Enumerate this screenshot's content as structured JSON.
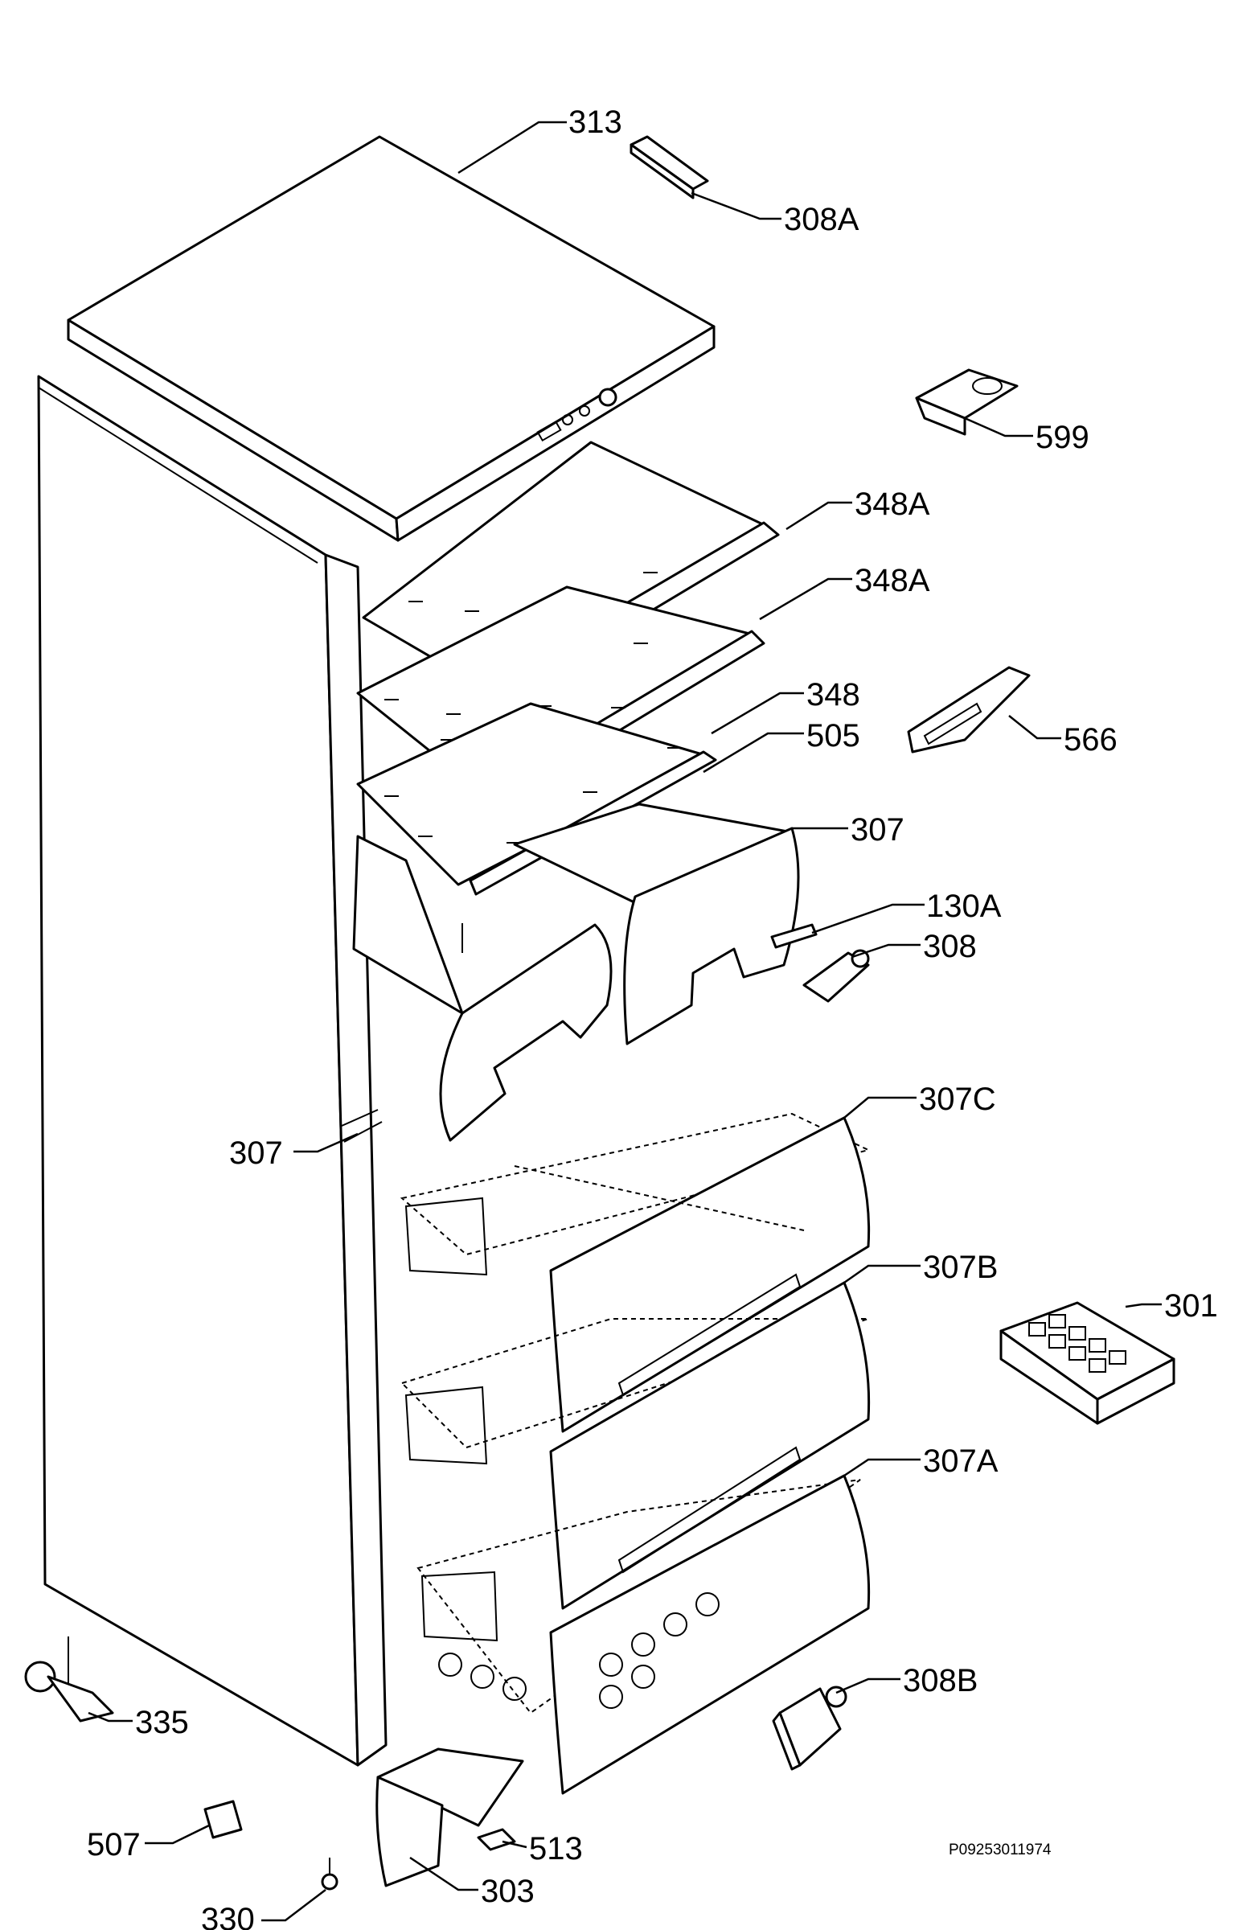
{
  "diagram": {
    "document_code": "P09253011974",
    "callouts": {
      "c313": "313",
      "c308a": "308A",
      "c599": "599",
      "c348a_1": "348A",
      "c348a_2": "348A",
      "c348": "348",
      "c505": "505",
      "c566": "566",
      "c307_top": "307",
      "c130a": "130A",
      "c308": "308",
      "c307_left": "307",
      "c307c": "307C",
      "c307b": "307B",
      "c301": "301",
      "c307a": "307A",
      "c308b": "308B",
      "c335": "335",
      "c507": "507",
      "c513": "513",
      "c303": "303",
      "c330": "330"
    }
  }
}
